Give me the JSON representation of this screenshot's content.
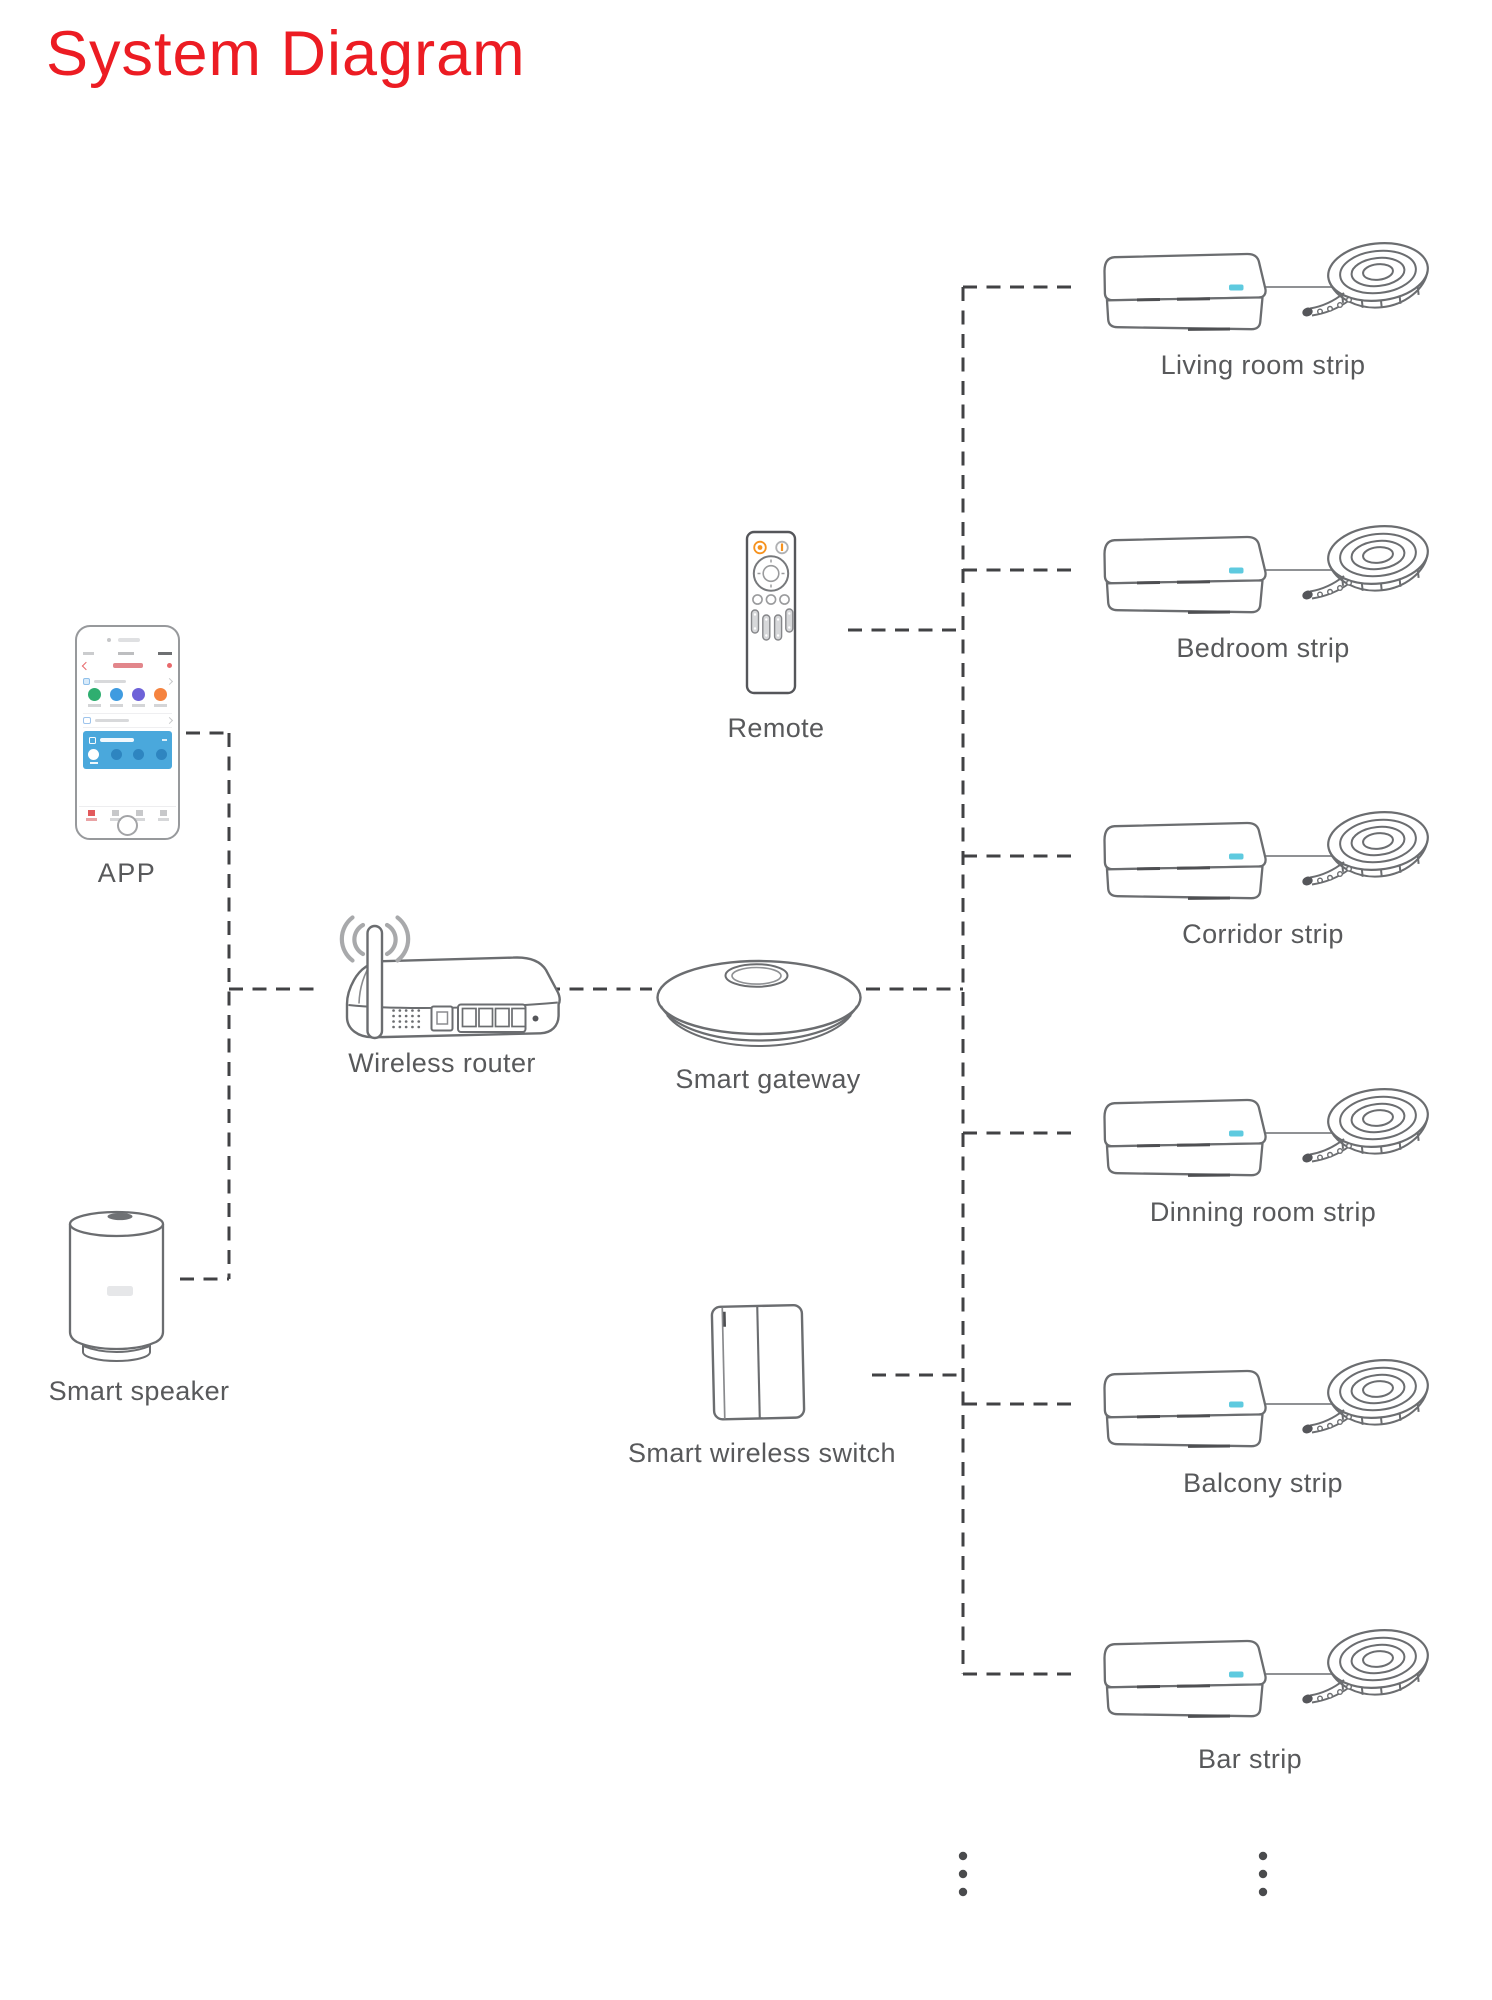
{
  "title": "System Diagram",
  "devices": {
    "app": {
      "label": "APP"
    },
    "remote": {
      "label": "Remote"
    },
    "router": {
      "label": "Wireless router"
    },
    "gateway": {
      "label": "Smart gateway"
    },
    "speaker": {
      "label": "Smart speaker"
    },
    "switch": {
      "label": "Smart wireless switch"
    }
  },
  "strips": [
    {
      "label": "Living room strip"
    },
    {
      "label": "Bedroom strip"
    },
    {
      "label": "Corridor strip"
    },
    {
      "label": "Dinning room strip"
    },
    {
      "label": "Balcony strip"
    },
    {
      "label": "Bar strip"
    }
  ],
  "colors": {
    "title_red": "#ec1c23",
    "label_gray": "#58595b",
    "device_outline": "#6b6d70",
    "connector_dash": "#414244",
    "controller_led_cyan": "#5ecadf",
    "remote_accent_orange": "#f6921e",
    "phone_panel_blue": "#4aa8dc",
    "app_icon_green": "#2fae70",
    "app_icon_blue": "#3f9be0",
    "app_icon_purple": "#6e62d8",
    "app_icon_orange": "#f5833f"
  },
  "icons": {
    "router_waves": "wifi-waves-icon",
    "remote_power": "power-icon",
    "continuation": "vertical-ellipsis-icon"
  }
}
